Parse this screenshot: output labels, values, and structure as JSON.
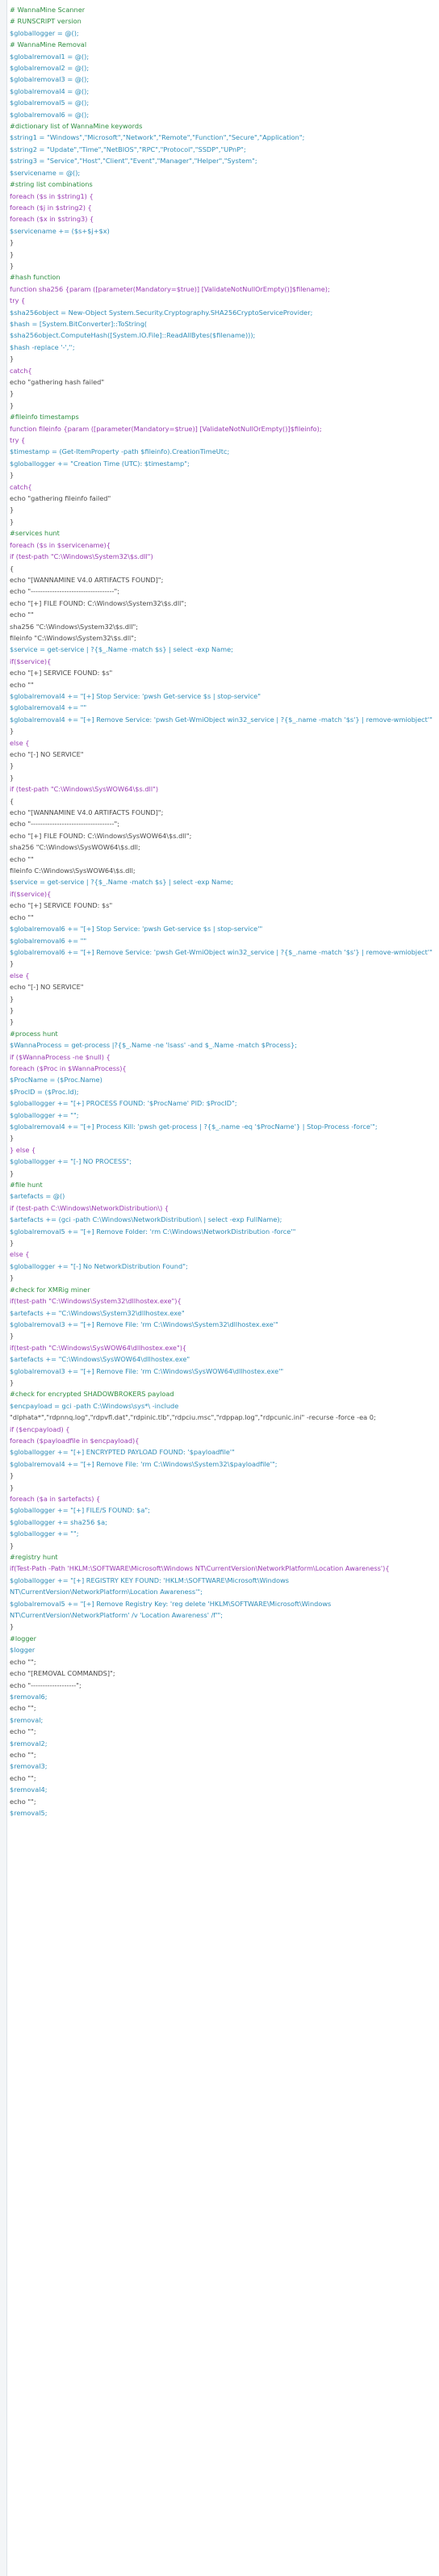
{
  "lines": [
    {
      "t": "# WannaMine Scanner",
      "c": "cmt"
    },
    {
      "t": "# RUNSCRIPT version",
      "c": "cmt"
    },
    {
      "t": "$globallogger = @();",
      "c": "var"
    },
    {
      "t": "# WannaMine Removal",
      "c": "cmt"
    },
    {
      "t": "$globalremoval1 = @();",
      "c": "var"
    },
    {
      "t": "$globalremoval2 = @();",
      "c": "var"
    },
    {
      "t": "$globalremoval3 = @();",
      "c": "var"
    },
    {
      "t": "$globalremoval4 = @();",
      "c": "var"
    },
    {
      "t": "$globalremoval5 = @();",
      "c": "var"
    },
    {
      "t": "$globalremoval6 = @();",
      "c": "var"
    },
    {
      "t": "#dictionary list of WannaMine keywords",
      "c": "cmt"
    },
    {
      "t": "$string1 = \"Windows\",\"Microsoft\",\"Network\",\"Remote\",\"Function\",\"Secure\",\"Application\";",
      "c": "var"
    },
    {
      "t": "$string2 = \"Update\",\"Time\",\"NetBIOS\",\"RPC\",\"Protocol\",\"SSDP\",\"UPnP\";",
      "c": "var"
    },
    {
      "t": "$string3 = \"Service\",\"Host\",\"Client\",\"Event\",\"Manager\",\"Helper\",\"System\";",
      "c": "var"
    },
    {
      "t": "$servicename = @();",
      "c": "var"
    },
    {
      "t": "#string list combinations",
      "c": "cmt"
    },
    {
      "t": "foreach ($s in $string1) {",
      "c": "kw"
    },
    {
      "t": "foreach ($j in $string2) {",
      "c": "kw"
    },
    {
      "t": "foreach ($x in $string3) {",
      "c": "kw"
    },
    {
      "t": "$servicename += ($s+$j+$x)",
      "c": "var"
    },
    {
      "t": "}",
      "c": "brace"
    },
    {
      "t": "}",
      "c": "brace"
    },
    {
      "t": "}",
      "c": "brace"
    },
    {
      "t": "#hash function",
      "c": "cmt"
    },
    {
      "t": "function sha256 {param ([parameter(Mandatory=$true)] [ValidateNotNullOrEmpty()]$filename);",
      "c": "fn"
    },
    {
      "t": "try {",
      "c": "kw"
    },
    {
      "t": "$sha256object = New-Object System.Security.Cryptography.SHA256CryptoServiceProvider;",
      "c": "var"
    },
    {
      "t": "$hash = [System.BitConverter]::ToString(",
      "c": "var"
    },
    {
      "t": "$sha256object.ComputeHash([System.IO.File]::ReadAllBytes($filename)));",
      "c": "var"
    },
    {
      "t": "$hash -replace '-','';",
      "c": "var"
    },
    {
      "t": "}",
      "c": "brace"
    },
    {
      "t": "catch{",
      "c": "kw"
    },
    {
      "t": "echo \"gathering hash failed\"",
      "c": "plain"
    },
    {
      "t": "}",
      "c": "brace"
    },
    {
      "t": "}",
      "c": "brace"
    },
    {
      "t": "#fileinfo timestamps",
      "c": "cmt"
    },
    {
      "t": "function fileinfo {param ([parameter(Mandatory=$true)] [ValidateNotNullOrEmpty()]$fileinfo);",
      "c": "fn"
    },
    {
      "t": "try {",
      "c": "kw"
    },
    {
      "t": "$timestamp = (Get-ItemProperty -path $fileinfo).CreationTimeUtc;",
      "c": "var"
    },
    {
      "t": "$globallogger += \"Creation Time (UTC): $timestamp\";",
      "c": "var"
    },
    {
      "t": "}",
      "c": "brace"
    },
    {
      "t": "",
      "c": "plain"
    },
    {
      "t": "catch{",
      "c": "kw"
    },
    {
      "t": "echo \"gathering fileinfo failed\"",
      "c": "plain"
    },
    {
      "t": "}",
      "c": "brace"
    },
    {
      "t": "}",
      "c": "brace"
    },
    {
      "t": "#services hunt",
      "c": "cmt"
    },
    {
      "t": "foreach ($s in $servicename){",
      "c": "kw"
    },
    {
      "t": "if (test-path \"C:\\Windows\\System32\\$s.dll\")",
      "c": "kw"
    },
    {
      "t": "{",
      "c": "brace"
    },
    {
      "t": "echo \"[WANNAMINE V4.0 ARTIFACTS FOUND]\";",
      "c": "plain"
    },
    {
      "t": "echo \"-----------------------------------\";",
      "c": "plain"
    },
    {
      "t": "echo \"[+] FILE FOUND: C:\\Windows\\System32\\$s.dll\";",
      "c": "plain"
    },
    {
      "t": "echo \"\"",
      "c": "plain"
    },
    {
      "t": "sha256 \"C:\\Windows\\System32\\$s.dll\";",
      "c": "plain"
    },
    {
      "t": "fileinfo \"C:\\Windows\\System32\\$s.dll\";",
      "c": "plain"
    },
    {
      "t": "$service = get-service | ?{$_.Name -match $s} | select -exp Name;",
      "c": "var"
    },
    {
      "t": "if($service){",
      "c": "kw"
    },
    {
      "t": "echo \"[+] SERVICE FOUND: $s\"",
      "c": "plain"
    },
    {
      "t": "echo \"\"",
      "c": "plain"
    },
    {
      "t": "$globalremoval4 += \"[+] Stop Service: 'pwsh Get-service $s | stop-service\"",
      "c": "var"
    },
    {
      "t": "$globalremoval4 += \"\"",
      "c": "var"
    },
    {
      "t": "$globalremoval4 += \"[+] Remove Service: 'pwsh Get-WmiObject win32_service | ?{$_.name -match '$s'} | remove-wmiobject'\"",
      "c": "var"
    },
    {
      "t": "}",
      "c": "brace"
    },
    {
      "t": "else {",
      "c": "kw"
    },
    {
      "t": "echo \"[-] NO SERVICE\"",
      "c": "plain"
    },
    {
      "t": "}",
      "c": "brace"
    },
    {
      "t": "}",
      "c": "brace"
    },
    {
      "t": "",
      "c": "plain"
    },
    {
      "t": "if (test-path \"C:\\Windows\\SysWOW64\\$s.dll\")",
      "c": "kw"
    },
    {
      "t": "{",
      "c": "brace"
    },
    {
      "t": "echo \"[WANNAMINE V4.0 ARTIFACTS FOUND]\";",
      "c": "plain"
    },
    {
      "t": "echo \"-----------------------------------\";",
      "c": "plain"
    },
    {
      "t": "echo \"[+] FILE FOUND: C:\\Windows\\SysWOW64\\$s.dll\";",
      "c": "plain"
    },
    {
      "t": "sha256 \"C:\\Windows\\SysWOW64\\$s.dll;",
      "c": "plain"
    },
    {
      "t": "echo \"\"",
      "c": "plain"
    },
    {
      "t": "fileinfo C:\\Windows\\SysWOW64\\$s.dll;",
      "c": "plain"
    },
    {
      "t": "$service = get-service | ?{$_.Name -match $s} | select -exp Name;",
      "c": "var"
    },
    {
      "t": "if($service){",
      "c": "kw"
    },
    {
      "t": "echo \"[+] SERVICE FOUND: $s\"",
      "c": "plain"
    },
    {
      "t": "echo \"\"",
      "c": "plain"
    },
    {
      "t": "$globalremoval6 += \"[+] Stop Service: 'pwsh Get-service $s | stop-service'\"",
      "c": "var"
    },
    {
      "t": "$globalremoval6 += \"\"",
      "c": "var"
    },
    {
      "t": "$globalremoval6 += \"[+] Remove Service: 'pwsh Get-WmiObject win32_service | ?{$_.name -match '$s'} | remove-wmiobject'\"",
      "c": "var"
    },
    {
      "t": "}",
      "c": "brace"
    },
    {
      "t": "else {",
      "c": "kw"
    },
    {
      "t": "echo \"[-] NO SERVICE\"",
      "c": "plain"
    },
    {
      "t": "}",
      "c": "brace"
    },
    {
      "t": "}",
      "c": "brace"
    },
    {
      "t": "}",
      "c": "brace"
    },
    {
      "t": "#process hunt",
      "c": "cmt"
    },
    {
      "t": "$WannaProcess = get-process |?{$_.Name -ne 'lsass' -and $_.Name -match $Process};",
      "c": "var"
    },
    {
      "t": "if ($WannaProcess -ne $null) {",
      "c": "kw"
    },
    {
      "t": "foreach ($Proc in $WannaProcess){",
      "c": "kw"
    },
    {
      "t": "$ProcName = ($Proc.Name)",
      "c": "var"
    },
    {
      "t": "$ProcID = ($Proc.Id);",
      "c": "var"
    },
    {
      "t": "$globallogger += \"[+] PROCESS FOUND: '$ProcName' PID: $ProcID\";",
      "c": "var"
    },
    {
      "t": "$globallogger += \"\";",
      "c": "var"
    },
    {
      "t": "$globalremoval4 += \"[+] Process Kill: 'pwsh get-process | ?{$_.name -eq '$ProcName'} | Stop-Process -force'\";",
      "c": "var"
    },
    {
      "t": "}",
      "c": "brace"
    },
    {
      "t": "} else {",
      "c": "kw"
    },
    {
      "t": "$globallogger += \"[-] NO PROCESS\";",
      "c": "var"
    },
    {
      "t": "}",
      "c": "brace"
    },
    {
      "t": "#file hunt",
      "c": "cmt"
    },
    {
      "t": "$artefacts = @()",
      "c": "var"
    },
    {
      "t": "if (test-path C:\\Windows\\NetworkDistribution\\) {",
      "c": "kw"
    },
    {
      "t": "$artefacts += (gci -path C:\\Windows\\NetworkDistribution\\ | select -exp FullName);",
      "c": "var"
    },
    {
      "t": "$globalremoval5 += \"[+] Remove Folder: 'rm C:\\Windows\\NetworkDistribution -force'\"",
      "c": "var"
    },
    {
      "t": "}",
      "c": "brace"
    },
    {
      "t": "else {",
      "c": "kw"
    },
    {
      "t": "$globallogger += \"[-] No NetworkDistribution Found\";",
      "c": "var"
    },
    {
      "t": "}",
      "c": "brace"
    },
    {
      "t": "#check for XMRig miner",
      "c": "cmt"
    },
    {
      "t": "if(test-path \"C:\\Windows\\System32\\dllhostex.exe\"){",
      "c": "kw"
    },
    {
      "t": "$artefacts += \"C:\\Windows\\System32\\dllhostex.exe\"",
      "c": "var"
    },
    {
      "t": "$globalremoval3 += \"[+] Remove File: 'rm C:\\Windows\\System32\\dllhostex.exe'\"",
      "c": "var"
    },
    {
      "t": "}",
      "c": "brace"
    },
    {
      "t": "if(test-path \"C:\\Windows\\SysWOW64\\dllhostex.exe\"){",
      "c": "kw"
    },
    {
      "t": "$artefacts += \"C:\\Windows\\SysWOW64\\dllhostex.exe\"",
      "c": "var"
    },
    {
      "t": "$globalremoval3 += \"[+] Remove File: 'rm C:\\Windows\\SysWOW64\\dllhostex.exe'\"",
      "c": "var"
    },
    {
      "t": "}",
      "c": "brace"
    },
    {
      "t": "#check for encrypted SHADOWBROKERS payload",
      "c": "cmt"
    },
    {
      "t": "$encpayload = gci -path C:\\Windows\\sys*\\ -include",
      "c": "var"
    },
    {
      "t": "\"dlphata*\",\"rdpnnq.log\",\"rdpvfl.dat\",\"rdpinic.tlb\",\"rdpciu.msc\",\"rdppap.log\",\"rdpcunic.ini\" -recurse -force -ea 0;",
      "c": "plain"
    },
    {
      "t": "if ($encpayload) {",
      "c": "kw"
    },
    {
      "t": "foreach ($payloadfile in $encpayload){",
      "c": "kw"
    },
    {
      "t": "$globallogger += \"[+] ENCRYPTED PAYLOAD FOUND: '$payloadfile'\"",
      "c": "var"
    },
    {
      "t": "$globalremoval4 += \"[+] Remove File: 'rm C:\\Windows\\System32\\$payloadfile'\";",
      "c": "var"
    },
    {
      "t": "}",
      "c": "brace"
    },
    {
      "t": "}",
      "c": "brace"
    },
    {
      "t": "foreach ($a in $artefacts) {",
      "c": "kw"
    },
    {
      "t": "$globallogger += \"[+] FILE/S FOUND: $a\";",
      "c": "var"
    },
    {
      "t": "$globallogger += sha256 $a;",
      "c": "var"
    },
    {
      "t": "$globallogger += \"\";",
      "c": "var"
    },
    {
      "t": "}",
      "c": "brace"
    },
    {
      "t": "#registry hunt",
      "c": "cmt"
    },
    {
      "t": "if(Test-Path -Path 'HKLM:\\SOFTWARE\\Microsoft\\Windows NT\\CurrentVersion\\NetworkPlatform\\Location Awareness'){",
      "c": "kw"
    },
    {
      "t": "$globallogger += \"[+] REGISTRY KEY FOUND: 'HKLM:\\SOFTWARE\\Microsoft\\Windows NT\\CurrentVersion\\NetworkPlatform\\Location Awareness'\";",
      "c": "var"
    },
    {
      "t": "$globalremoval5 += \"[+] Remove Registry Key: 'reg delete 'HKLM\\SOFTWARE\\Microsoft\\Windows NT\\CurrentVersion\\NetworkPlatform' /v 'Location Awareness' /f'\";",
      "c": "var"
    },
    {
      "t": "}",
      "c": "brace"
    },
    {
      "t": "#logger",
      "c": "cmt"
    },
    {
      "t": "$logger",
      "c": "var"
    },
    {
      "t": "echo \"\";",
      "c": "plain"
    },
    {
      "t": "echo \"[REMOVAL COMMANDS]\";",
      "c": "plain"
    },
    {
      "t": "echo \"-------------------\";",
      "c": "plain"
    },
    {
      "t": "$removal6;",
      "c": "var"
    },
    {
      "t": "echo \"\";",
      "c": "plain"
    },
    {
      "t": "$removal;",
      "c": "var"
    },
    {
      "t": "echo \"\";",
      "c": "plain"
    },
    {
      "t": "$removal2;",
      "c": "var"
    },
    {
      "t": "echo \"\";",
      "c": "plain"
    },
    {
      "t": "$removal3;",
      "c": "var"
    },
    {
      "t": "echo \"\";",
      "c": "plain"
    },
    {
      "t": "$removal4;",
      "c": "var"
    },
    {
      "t": "echo \"\";",
      "c": "plain"
    },
    {
      "t": "$removal5;",
      "c": "var"
    }
  ]
}
